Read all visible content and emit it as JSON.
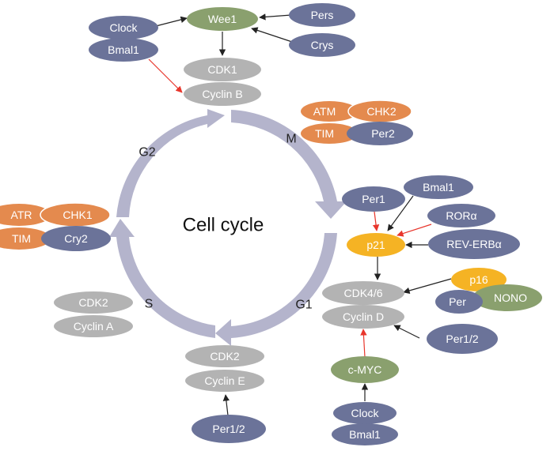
{
  "title": "Cell cycle",
  "colors": {
    "gray": "#b3b3b3",
    "purple": "#6b7399",
    "green": "#8aa06e",
    "orange": "#e48a4e",
    "yellow": "#f5b324",
    "cycle": "#b4b4cc",
    "arrow_black": "#222222",
    "arrow_red": "#e8362c"
  },
  "phases": {
    "M": "M",
    "G1": "G1",
    "S": "S",
    "G2": "G2"
  },
  "nodes": {
    "clock_top": "Clock",
    "bmal1_top": "Bmal1",
    "wee1": "Wee1",
    "pers": "Pers",
    "crys": "Crys",
    "cdk1": "CDK1",
    "cyclin_b": "Cyclin B",
    "atm": "ATM",
    "chk2": "CHK2",
    "tim_m": "TIM",
    "per2": "Per2",
    "per1": "Per1",
    "bmal1_p21": "Bmal1",
    "ror_alpha": "RORα",
    "p21": "p21",
    "rev_erb_alpha": "REV-ERBα",
    "cdk46": "CDK4/6",
    "cyclin_d": "Cyclin D",
    "p16": "p16",
    "per": "Per",
    "nono": "NONO",
    "per12_d": "Per1/2",
    "c_myc": "c-MYC",
    "clock_bottom": "Clock",
    "bmal1_bottom": "Bmal1",
    "cdk2_e": "CDK2",
    "cyclin_e": "Cyclin E",
    "per12_e": "Per1/2",
    "atr": "ATR",
    "chk1": "CHK1",
    "tim_g2": "TIM",
    "cry2": "Cry2",
    "cdk2_a": "CDK2",
    "cyclin_a": "Cyclin A"
  }
}
